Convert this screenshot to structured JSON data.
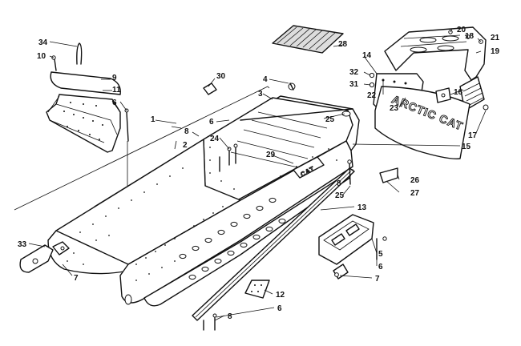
{
  "diagram": {
    "callouts": [
      {
        "id": "c34",
        "text": "34"
      },
      {
        "id": "c10",
        "text": "10"
      },
      {
        "id": "c9",
        "text": "9"
      },
      {
        "id": "c11",
        "text": "11"
      },
      {
        "id": "c6a",
        "text": "6"
      },
      {
        "id": "c1",
        "text": "1"
      },
      {
        "id": "c2",
        "text": "2"
      },
      {
        "id": "c8a",
        "text": "8"
      },
      {
        "id": "c6b",
        "text": "6"
      },
      {
        "id": "c30",
        "text": "30"
      },
      {
        "id": "c4",
        "text": "4"
      },
      {
        "id": "c3",
        "text": "3"
      },
      {
        "id": "c28",
        "text": "28"
      },
      {
        "id": "c25a",
        "text": "25"
      },
      {
        "id": "c24",
        "text": "24"
      },
      {
        "id": "c29",
        "text": "29"
      },
      {
        "id": "c20",
        "text": "20"
      },
      {
        "id": "c18",
        "text": "18"
      },
      {
        "id": "c21",
        "text": "21"
      },
      {
        "id": "c19",
        "text": "19"
      },
      {
        "id": "c14",
        "text": "14"
      },
      {
        "id": "c32",
        "text": "32"
      },
      {
        "id": "c31",
        "text": "31"
      },
      {
        "id": "c22",
        "text": "22"
      },
      {
        "id": "c23",
        "text": "23"
      },
      {
        "id": "c16",
        "text": "16"
      },
      {
        "id": "c17",
        "text": "17"
      },
      {
        "id": "c15",
        "text": "15"
      },
      {
        "id": "c8b",
        "text": "8"
      },
      {
        "id": "c26",
        "text": "26"
      },
      {
        "id": "c25b",
        "text": "25"
      },
      {
        "id": "c27",
        "text": "27"
      },
      {
        "id": "c13",
        "text": "13"
      },
      {
        "id": "c5",
        "text": "5"
      },
      {
        "id": "c6c",
        "text": "6"
      },
      {
        "id": "c7a",
        "text": "7"
      },
      {
        "id": "c33",
        "text": "33"
      },
      {
        "id": "c7b",
        "text": "7"
      },
      {
        "id": "c12",
        "text": "12"
      },
      {
        "id": "c6d",
        "text": "6"
      },
      {
        "id": "c8c",
        "text": "8"
      }
    ],
    "flap_text": "ARCTIC CAT",
    "decal_text": "CAT"
  }
}
